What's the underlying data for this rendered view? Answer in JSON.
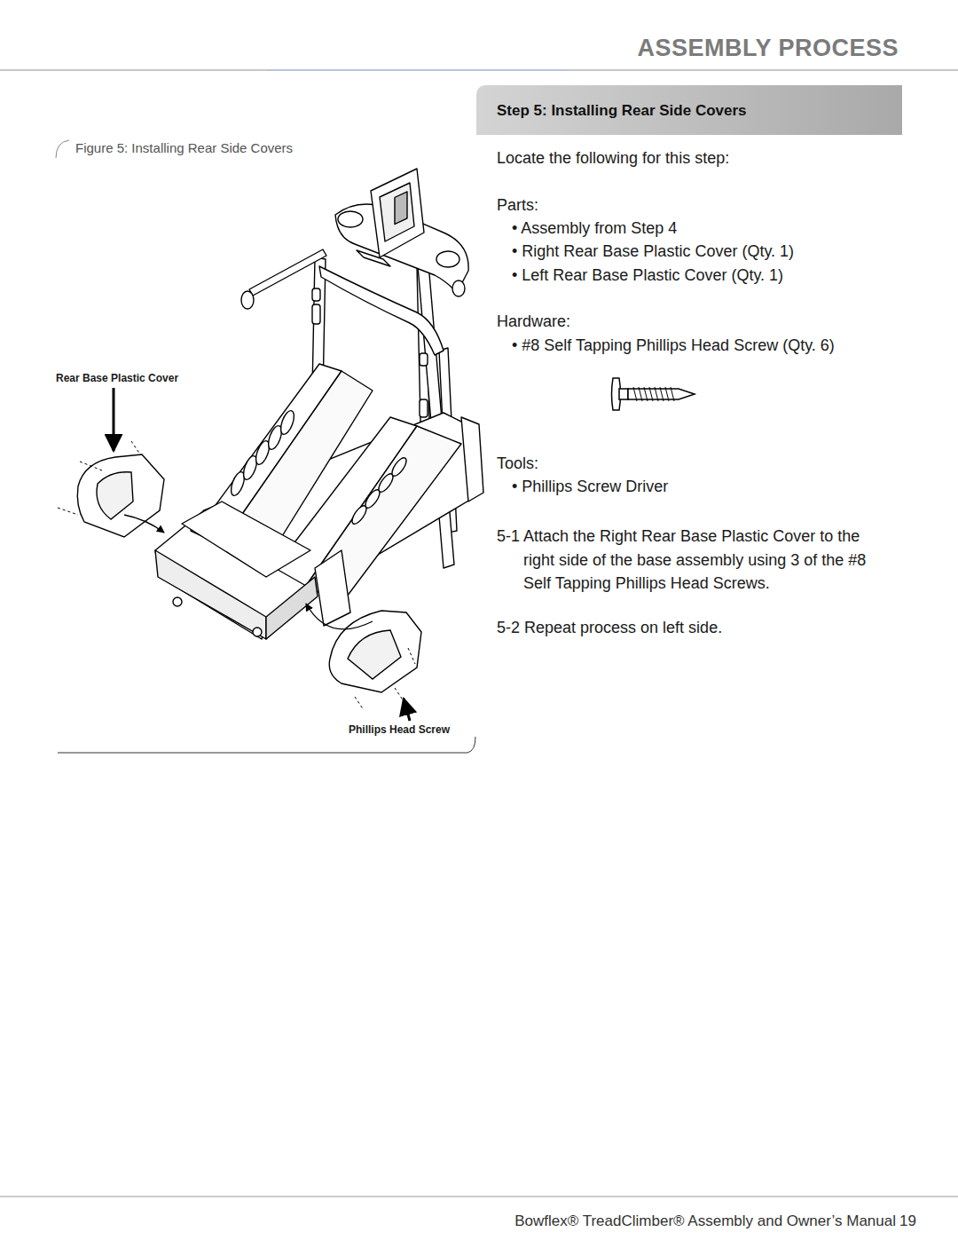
{
  "diagram": {
    "title": "ASSEMBLY PROCESS",
    "caption": "Figure 5: Installing Rear Side Covers",
    "nodes": [
      {
        "text": [
          "Step 5: Installing Rear Side Covers"
        ]
      }
    ],
    "labels": [
      "Rear Base Plastic Cover",
      "Phillips Head Screw",
      "Locate the following for this step:",
      "Parts:",
      "• Assembly from Step 4",
      "• Right Rear Base Plastic Cover (Qty. 1)",
      "• Left Rear Base Plastic Cover (Qty. 1)",
      "Hardware:",
      "• #8 Self Tapping Phillips Head Screw (Qty. 6)",
      "Tools:",
      "• Phillips Screw Driver",
      "5-1 Attach the Right Rear Base Plastic Cover to the right side of the base assembly using 3 of the #8 Self Tapping Phillips Head Screws.",
      "5-2 Repeat process on left side.",
      "Bowflex® TreadClimber® Assembly and Owner’s Manual",
      "19"
    ]
  }
}
